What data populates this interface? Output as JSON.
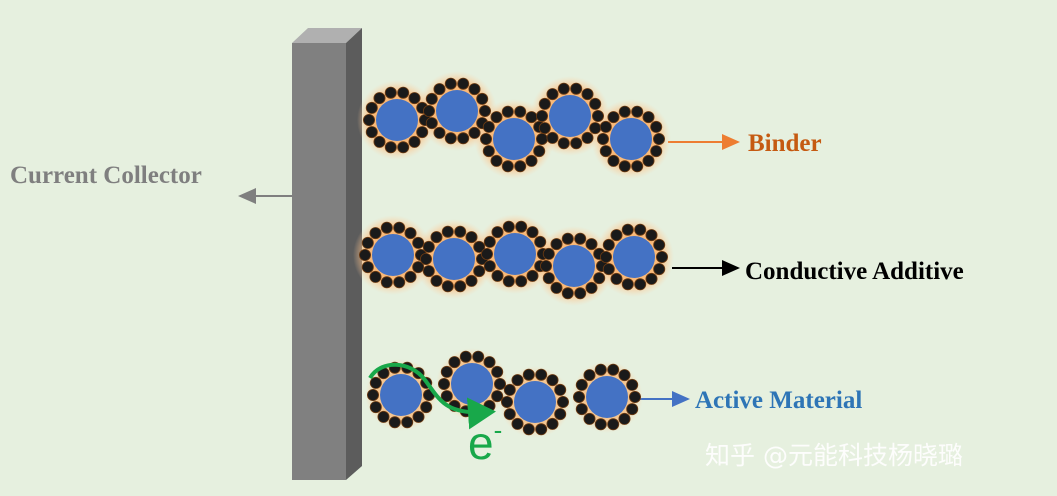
{
  "labels": {
    "current_collector": "Current Collector",
    "binder": "Binder",
    "conductive_additive": "Conductive Additive",
    "active_material": "Active Material",
    "electron": "e",
    "electron_charge": "-"
  },
  "watermark": "知乎 @元能科技杨晓璐",
  "colors": {
    "background": "#e6f0df",
    "active_material": "#4472c4",
    "conductive_additive": "#1a1a1a",
    "binder_glow": "#f4a460",
    "binder_label": "#c55a11",
    "active_label": "#2e75b6",
    "collector": "#808080",
    "electron_path": "#18a84a"
  }
}
